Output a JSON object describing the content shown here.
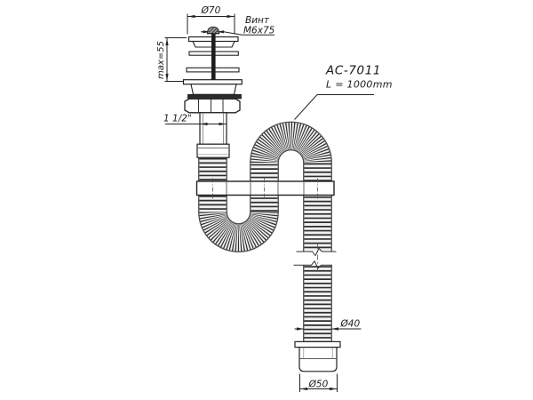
{
  "drawing": {
    "product_code": "AC-7011",
    "length_label": "L = 1000mm",
    "dimensions": {
      "top_flange_diameter": "Ø70",
      "screw_label_line1": "Винт",
      "screw_label_line2": "М6х75",
      "installation_height": "max=55",
      "thread_size": "1 1/2\"",
      "outlet_pipe_diameter": "Ø40",
      "outlet_cup_diameter": "Ø50"
    },
    "parts": {
      "drain_assembly": "sink drain with screw and flanges",
      "flex_pipe": "corrugated flexible S-trap pipe",
      "holder_strip": "S-shape holder strip",
      "outlet_cup": "outlet connector cup"
    },
    "colors": {
      "line": "#222222",
      "ring": "#2d2d2d",
      "tube_body": "#f1f1f1",
      "tube_edge": "#4a4a4a",
      "background": "#ffffff"
    }
  }
}
